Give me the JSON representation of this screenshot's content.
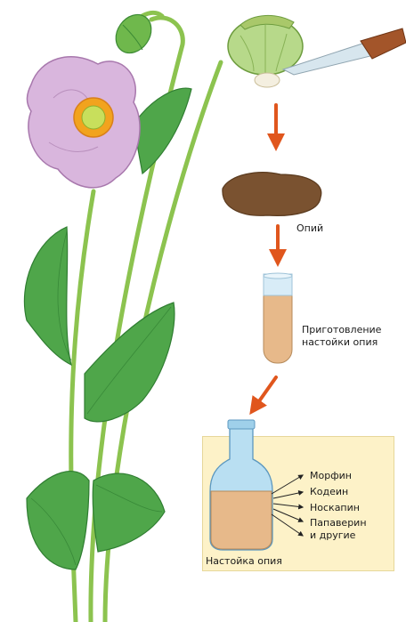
{
  "labels": {
    "opium": "Опий",
    "preparation_line1": "Приготовление",
    "preparation_line2": "настойки опия",
    "tincture": "Настойка опия"
  },
  "alkaloids": [
    "Морфин",
    "Кодеин",
    "Носкапин",
    "Папаверин",
    "и другие"
  ],
  "colors": {
    "arrow": "#e0561d",
    "box_fill": "#fdf2c8",
    "petal": "#d9b6dd",
    "leaf": "#4fa64a",
    "stem": "#8cc34f",
    "opium_mass": "#7a5230",
    "liquid": "#e7b98a",
    "bottle_glass": "#b9dff2"
  }
}
